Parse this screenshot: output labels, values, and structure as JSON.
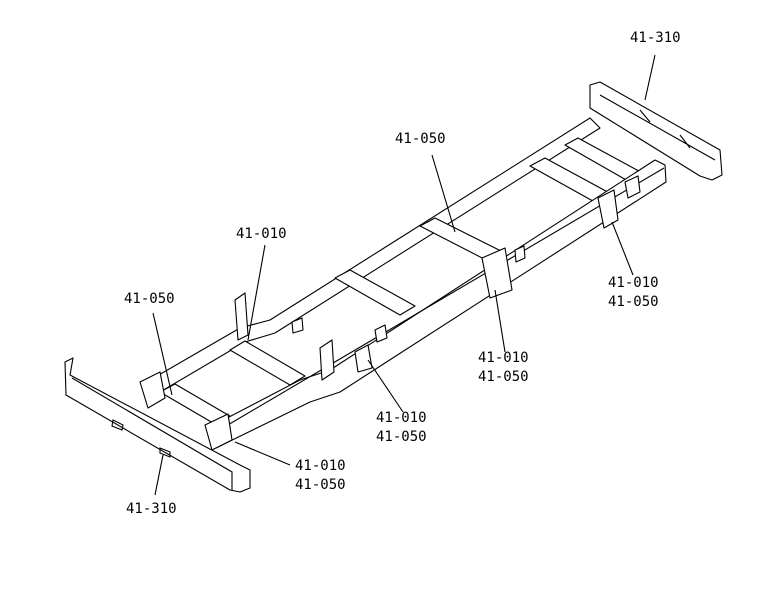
{
  "diagram": {
    "callouts": [
      {
        "id": "rear-bumper",
        "lines": [
          "41-310"
        ]
      },
      {
        "id": "crossmember-center",
        "lines": [
          "41-050"
        ]
      },
      {
        "id": "front-bracket",
        "lines": [
          "41-010"
        ]
      },
      {
        "id": "front-crossmember",
        "lines": [
          "41-050"
        ]
      },
      {
        "id": "rear-hanger",
        "lines": [
          "41-010",
          "41-050"
        ]
      },
      {
        "id": "mid-hanger",
        "lines": [
          "41-010",
          "41-050"
        ]
      },
      {
        "id": "center-bracket",
        "lines": [
          "41-010",
          "41-050"
        ]
      },
      {
        "id": "front-hanger",
        "lines": [
          "41-010",
          "41-050"
        ]
      },
      {
        "id": "front-bumper",
        "lines": [
          "41-310"
        ]
      }
    ]
  }
}
